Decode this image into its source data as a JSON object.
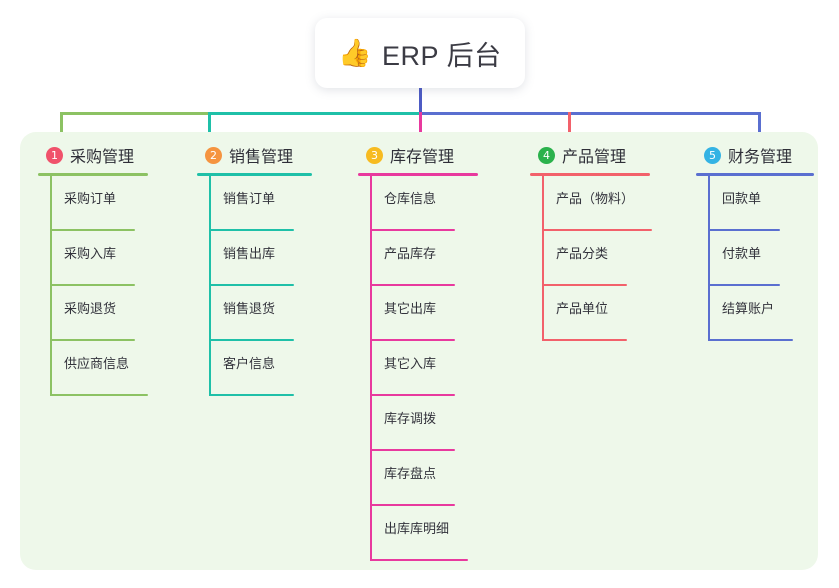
{
  "title": {
    "icon": "thumbs-up-icon",
    "icon_glyph": "👍",
    "text": "ERP 后台"
  },
  "colors": {
    "panel_bg": "#eef8ea",
    "stem": "#4d5bc4",
    "col1_line": "#8cc263",
    "col2_line": "#1fc0a8",
    "col3_line": "#e8399e",
    "col4_line": "#f2616b",
    "col5_line": "#5a6fd0",
    "badge1": "#f0526b",
    "badge2": "#f59440",
    "badge3": "#f7bb21",
    "badge4": "#2bb24c",
    "badge5": "#34b3e4"
  },
  "columns": [
    {
      "index": "1",
      "title": "采购管理",
      "line_color": "#8cc263",
      "badge_color": "#f0526b",
      "items": [
        "采购订单",
        "采购入库",
        "采购退货",
        "供应商信息"
      ]
    },
    {
      "index": "2",
      "title": "销售管理",
      "line_color": "#1fc0a8",
      "badge_color": "#f59440",
      "items": [
        "销售订单",
        "销售出库",
        "销售退货",
        "客户信息"
      ]
    },
    {
      "index": "3",
      "title": "库存管理",
      "line_color": "#e8399e",
      "badge_color": "#f7bb21",
      "items": [
        "仓库信息",
        "产品库存",
        "其它出库",
        "其它入库",
        "库存调拨",
        "库存盘点",
        "出库库明细"
      ]
    },
    {
      "index": "4",
      "title": "产品管理",
      "line_color": "#f2616b",
      "badge_color": "#2bb24c",
      "items": [
        "产品（物料）",
        "产品分类",
        "产品单位"
      ]
    },
    {
      "index": "5",
      "title": "财务管理",
      "line_color": "#5a6fd0",
      "badge_color": "#34b3e4",
      "items": [
        "回款单",
        "付款单",
        "结算账户"
      ]
    }
  ]
}
